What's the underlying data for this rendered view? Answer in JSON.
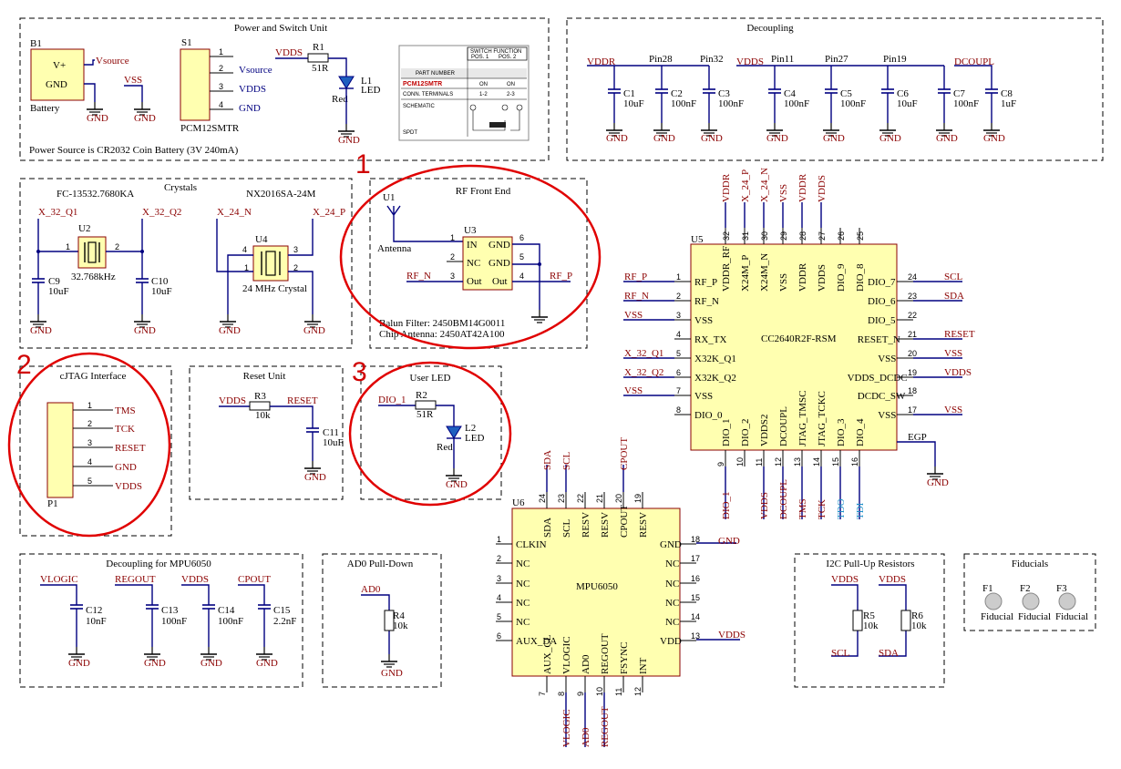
{
  "sections": {
    "power": "Power and Switch Unit",
    "decoupling": "Decoupling",
    "crystals": "Crystals",
    "rf": "RF Front End",
    "cjtag": "cJTAG Interface",
    "reset": "Reset Unit",
    "userled": "User LED",
    "dec_mpu": "Decoupling for MPU6050",
    "ad0": "AD0 Pull-Down",
    "i2c": "I2C Pull-Up Resistors",
    "fiducials": "Fiducials"
  },
  "power": {
    "b1": "B1",
    "vplus": "V+",
    "gnd": "GND",
    "battery": "Battery",
    "vsource": "Vsource",
    "vss": "VSS",
    "gndsym": "GND",
    "s1": "S1",
    "s1_part": "PCM12SMTR",
    "pins": [
      "1",
      "2",
      "3",
      "4"
    ],
    "s1_nets": [
      "Vsource",
      "VDDS",
      "GND"
    ],
    "vdds": "VDDS",
    "r1": "R1",
    "r1_val": "51R",
    "l1": "L1",
    "led": "LED",
    "red": "Red",
    "note": "Power Source is CR2032 Coin Battery (3V 240mA)"
  },
  "switch_table": {
    "header": "SWITCH FUNCTION",
    "pos1": "POS. 1",
    "pos2": "POS. 2",
    "part_number": "PART NUMBER",
    "part": "PCM12SMTR",
    "on1": "ON",
    "on2": "ON",
    "conn": "CONN. TERMINALS",
    "c1": "1-2",
    "c2": "2-3",
    "schem": "SCHEMATIC",
    "spdt": "SPDT"
  },
  "decoupling": {
    "vddr": "VDDR",
    "vdds": "VDDS",
    "dcoupl": "DCOUPL",
    "pins": [
      "Pin28",
      "Pin32",
      "Pin11",
      "Pin27",
      "Pin19"
    ],
    "caps": [
      {
        "ref": "C1",
        "val": "10uF"
      },
      {
        "ref": "C2",
        "val": "100nF"
      },
      {
        "ref": "C3",
        "val": "100nF"
      },
      {
        "ref": "C4",
        "val": "100nF"
      },
      {
        "ref": "C5",
        "val": "100nF"
      },
      {
        "ref": "C6",
        "val": "10uF"
      },
      {
        "ref": "C7",
        "val": "100nF"
      },
      {
        "ref": "C8",
        "val": "1uF"
      }
    ],
    "gnd": "GND"
  },
  "crystals": {
    "x1_part": "FC-13532.7680KA",
    "x2_part": "NX2016SA-24M",
    "xq1": "X_32_Q1",
    "xq2": "X_32_Q2",
    "xn": "X_24_N",
    "xp": "X_24_P",
    "u2": "U2",
    "u2_val": "32.768kHz",
    "u4": "U4",
    "u4_val": "24 MHz Crystal",
    "c9": "C9",
    "c9_val": "10uF",
    "c10": "C10",
    "c10_val": "10uF",
    "p1": "1",
    "p2": "2",
    "p3": "3",
    "p4": "4",
    "gnd": "GND"
  },
  "rf": {
    "u1": "U1",
    "antenna": "Antenna",
    "u3": "U3",
    "in": "IN",
    "nc": "NC",
    "out": "Out",
    "gnd": "GND",
    "rfn": "RF_N",
    "rfp": "RF_P",
    "balun": "Balun Filter: 2450BM14G0011",
    "chip": "Chip Antenna: 2450AT42A100",
    "pins": [
      "1",
      "2",
      "3",
      "4",
      "5",
      "6"
    ]
  },
  "cjtag": {
    "p1": "P1",
    "pins": [
      "1",
      "2",
      "3",
      "4",
      "5"
    ],
    "nets": [
      "TMS",
      "TCK",
      "RESET",
      "GND",
      "VDDS"
    ]
  },
  "reset_unit": {
    "vdds": "VDDS",
    "r3": "R3",
    "r3_val": "10k",
    "reset": "RESET",
    "c11": "C11",
    "c11_val": "10uF"
  },
  "userled": {
    "dio1": "DIO_1",
    "r2": "R2",
    "r2_val": "51R",
    "l2": "L2",
    "led": "LED",
    "red": "Red"
  },
  "cc2640": {
    "ref": "U5",
    "part": "CC2640R2F-RSM",
    "top_nets": [
      "VDDR",
      "X_24_P",
      "X_24_N",
      "VSS",
      "VDDR",
      "VDDS"
    ],
    "top_pins": [
      "32",
      "31",
      "30",
      "29",
      "28",
      "27",
      "26",
      "25"
    ],
    "top_labels": [
      "VDDR_RF",
      "X24M_P",
      "X24M_N",
      "VSS",
      "VDDR",
      "VDDS",
      "DIO_9",
      "DIO_8"
    ],
    "left_pins": [
      "1",
      "2",
      "3",
      "4",
      "5",
      "6",
      "7",
      "8"
    ],
    "left_labels": [
      "RF_P",
      "RF_N",
      "VSS",
      "RX_TX",
      "X32K_Q1",
      "X32K_Q2",
      "VSS",
      "DIO_0"
    ],
    "left_nets": [
      "RF_P",
      "RF_N",
      "VSS",
      "X_32_Q1",
      "X_32_Q2",
      "VSS"
    ],
    "right_pins": [
      "24",
      "23",
      "22",
      "21",
      "20",
      "19",
      "18",
      "17"
    ],
    "right_labels": [
      "DIO_7",
      "DIO_6",
      "DIO_5",
      "RESET_N",
      "VSS",
      "VDDS_DCDC",
      "DCDC_SW",
      "VSS"
    ],
    "right_nets": [
      "SCL",
      "SDA",
      "RESET",
      "VSS",
      "VDDS",
      "VSS"
    ],
    "egp": "EGP",
    "gnd": "GND",
    "bottom_pins": [
      "9",
      "10",
      "11",
      "12",
      "13",
      "14",
      "15",
      "16"
    ],
    "bottom_labels": [
      "DIO_1",
      "DIO_2",
      "VDDS2",
      "DCOUPL",
      "JTAG_TMSC",
      "JTAG_TCKC",
      "DIO_3",
      "DIO_4"
    ],
    "bottom_nets": [
      "DIO_1",
      "VDDS",
      "DCOUPL",
      "TMS",
      "TCK",
      "TDO",
      "TDI"
    ]
  },
  "mpu": {
    "ref": "U6",
    "part": "MPU6050",
    "top_nets": [
      "SDA",
      "SCL",
      "CPOUT"
    ],
    "top_pins": [
      "24",
      "23",
      "22",
      "21",
      "20",
      "19"
    ],
    "top_labels": [
      "SDA",
      "SCL",
      "RESV",
      "RESV",
      "CPOUT",
      "RESV"
    ],
    "left_pins": [
      "1",
      "2",
      "3",
      "4",
      "5",
      "6"
    ],
    "left_labels": [
      "CLKIN",
      "NC",
      "NC",
      "NC",
      "NC",
      "AUX_DA"
    ],
    "right_pins": [
      "18",
      "17",
      "16",
      "15",
      "14",
      "13"
    ],
    "right_labels": [
      "GND",
      "NC",
      "NC",
      "NC",
      "NC",
      "VDD"
    ],
    "gnd": "GND",
    "vdds": "VDDS",
    "bottom_pins": [
      "7",
      "8",
      "9",
      "10",
      "11",
      "12"
    ],
    "bottom_labels": [
      "AUX_CL",
      "VLOGIC",
      "AD0",
      "REGOUT",
      "FSYNC",
      "INT"
    ],
    "bottom_nets": [
      "VLOGIC",
      "AD0",
      "REGOUT"
    ]
  },
  "dec_mpu": {
    "nets": [
      "VLOGIC",
      "REGOUT",
      "VDDS",
      "CPOUT"
    ],
    "caps": [
      {
        "ref": "C12",
        "val": "10nF"
      },
      {
        "ref": "C13",
        "val": "100nF"
      },
      {
        "ref": "C14",
        "val": "100nF"
      },
      {
        "ref": "C15",
        "val": "2.2nF"
      }
    ],
    "gnd": "GND"
  },
  "ad0": {
    "net": "AD0",
    "r4": "R4",
    "r4_val": "10k",
    "gnd": "GND"
  },
  "i2c": {
    "vdds": "VDDS",
    "r5": "R5",
    "r5_val": "10k",
    "r6": "R6",
    "r6_val": "10k",
    "scl": "SCL",
    "sda": "SDA"
  },
  "fiducials": {
    "refs": [
      "F1",
      "F2",
      "F3"
    ],
    "label": "Fiducial"
  },
  "annotations": [
    "1",
    "2",
    "3"
  ]
}
